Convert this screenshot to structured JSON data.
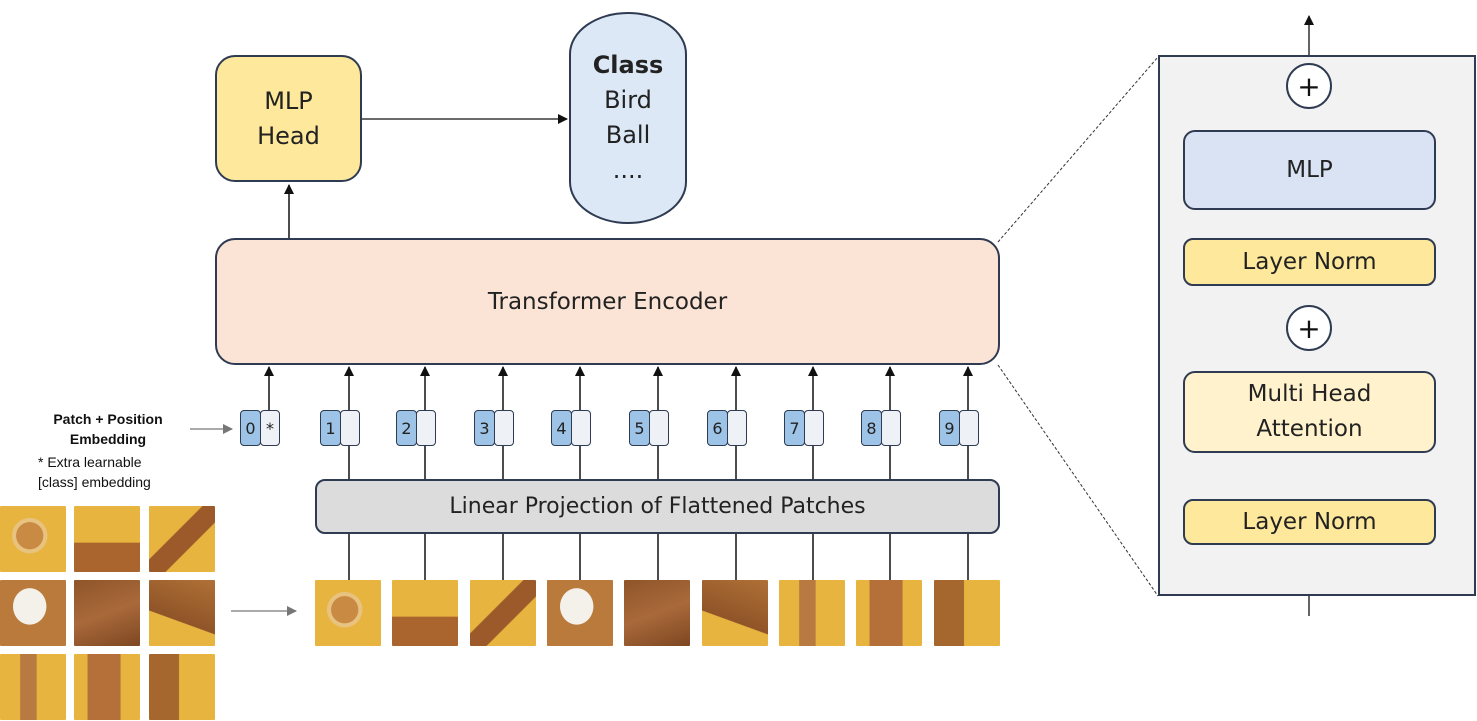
{
  "mlp_head": {
    "line1": "MLP",
    "line2": "Head"
  },
  "class_box": {
    "title": "Class",
    "items": [
      "Bird",
      "Ball",
      "...."
    ]
  },
  "encoder": {
    "label": "Transformer Encoder"
  },
  "linear_projection": {
    "label": "Linear Projection of Flattened Patches"
  },
  "embedding_legend": {
    "line1": "Patch + Position",
    "line2": "Embedding",
    "note1": "* Extra learnable",
    "note2": "[class] embedding"
  },
  "tokens": [
    {
      "index": "0",
      "embed": "*"
    },
    {
      "index": "1",
      "embed": ""
    },
    {
      "index": "2",
      "embed": ""
    },
    {
      "index": "3",
      "embed": ""
    },
    {
      "index": "4",
      "embed": ""
    },
    {
      "index": "5",
      "embed": ""
    },
    {
      "index": "6",
      "embed": ""
    },
    {
      "index": "7",
      "embed": ""
    },
    {
      "index": "8",
      "embed": ""
    },
    {
      "index": "9",
      "embed": ""
    }
  ],
  "encoder_detail": {
    "mlp": "MLP",
    "layer_norm_top": "Layer Norm",
    "mha_line1": "Multi Head",
    "mha_line2": "Attention",
    "layer_norm_bottom": "Layer Norm",
    "plus_symbol": "+"
  },
  "colors": {
    "mlp_head": "#fde89b",
    "class_box": "#dce8f5",
    "encoder": "#fbe4d6",
    "linear_projection": "#dcdcdc",
    "token_index": "#9dc3e6",
    "patch_background": "#e7b43f"
  }
}
